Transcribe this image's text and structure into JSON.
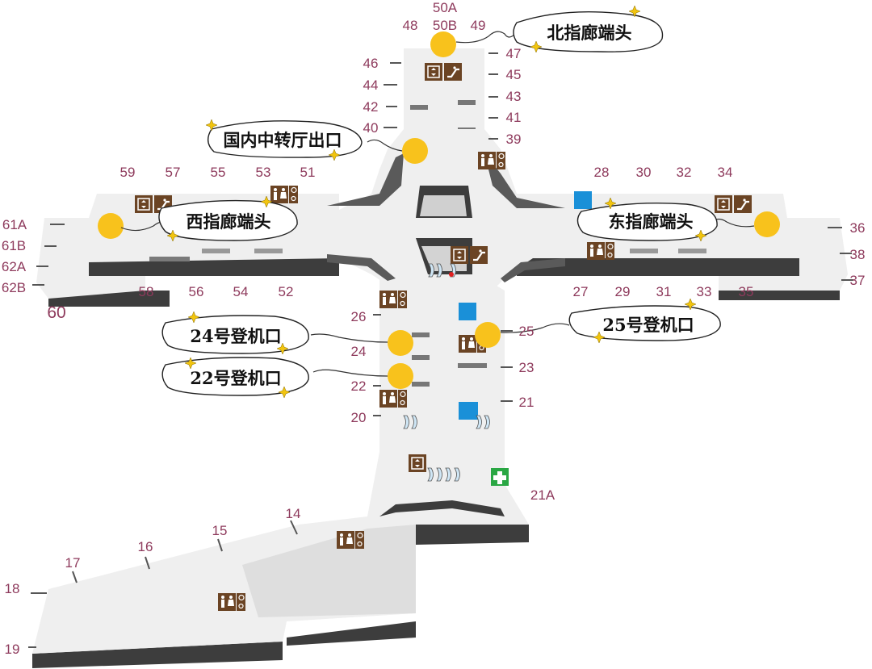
{
  "colors": {
    "floor": "#efefef",
    "floor_shadow": "#c8c8c8",
    "wall": "#3d3d3d",
    "gate_label": "#8e3a5c",
    "marker": "#f8c21c",
    "facility_brown": "#6b4424",
    "facility_blue": "#1a90d8",
    "first_aid": "#2aa744"
  },
  "gates": [
    {
      "id": "48",
      "label": "48"
    },
    {
      "id": "50A",
      "label": "50A"
    },
    {
      "id": "50B",
      "label": "50B"
    },
    {
      "id": "49",
      "label": "49"
    },
    {
      "id": "47",
      "label": "47"
    },
    {
      "id": "46",
      "label": "46"
    },
    {
      "id": "45",
      "label": "45"
    },
    {
      "id": "44",
      "label": "44"
    },
    {
      "id": "43",
      "label": "43"
    },
    {
      "id": "42",
      "label": "42"
    },
    {
      "id": "41",
      "label": "41"
    },
    {
      "id": "40",
      "label": "40"
    },
    {
      "id": "39",
      "label": "39"
    },
    {
      "id": "59",
      "label": "59"
    },
    {
      "id": "57",
      "label": "57"
    },
    {
      "id": "55",
      "label": "55"
    },
    {
      "id": "53",
      "label": "53"
    },
    {
      "id": "51",
      "label": "51"
    },
    {
      "id": "28",
      "label": "28"
    },
    {
      "id": "30",
      "label": "30"
    },
    {
      "id": "32",
      "label": "32"
    },
    {
      "id": "34",
      "label": "34"
    },
    {
      "id": "61A",
      "label": "61A"
    },
    {
      "id": "61B",
      "label": "61B"
    },
    {
      "id": "62A",
      "label": "62A"
    },
    {
      "id": "62B",
      "label": "62B"
    },
    {
      "id": "60",
      "label": "60"
    },
    {
      "id": "58",
      "label": "58"
    },
    {
      "id": "56",
      "label": "56"
    },
    {
      "id": "54",
      "label": "54"
    },
    {
      "id": "52",
      "label": "52"
    },
    {
      "id": "36",
      "label": "36"
    },
    {
      "id": "38",
      "label": "38"
    },
    {
      "id": "37",
      "label": "37"
    },
    {
      "id": "27",
      "label": "27"
    },
    {
      "id": "29",
      "label": "29"
    },
    {
      "id": "31",
      "label": "31"
    },
    {
      "id": "33",
      "label": "33"
    },
    {
      "id": "35",
      "label": "35"
    },
    {
      "id": "26",
      "label": "26"
    },
    {
      "id": "24",
      "label": "24"
    },
    {
      "id": "22",
      "label": "22"
    },
    {
      "id": "20",
      "label": "20"
    },
    {
      "id": "25",
      "label": "25"
    },
    {
      "id": "23",
      "label": "23"
    },
    {
      "id": "21",
      "label": "21"
    },
    {
      "id": "21A",
      "label": "21A"
    },
    {
      "id": "14",
      "label": "14"
    },
    {
      "id": "15",
      "label": "15"
    },
    {
      "id": "16",
      "label": "16"
    },
    {
      "id": "17",
      "label": "17"
    },
    {
      "id": "18",
      "label": "18"
    },
    {
      "id": "19",
      "label": "19"
    }
  ],
  "callouts": [
    {
      "id": "north",
      "text": "北指廊端头"
    },
    {
      "id": "domestic-transfer",
      "text": "国内中转厅出口"
    },
    {
      "id": "west",
      "text": "西指廊端头"
    },
    {
      "id": "east",
      "text": "东指廊端头"
    },
    {
      "id": "gate-25",
      "text": "25号登机口"
    },
    {
      "id": "gate-24",
      "text": "24号登机口"
    },
    {
      "id": "gate-22",
      "text": "22号登机口"
    }
  ],
  "icons": {
    "elevator": "elevator-icon",
    "escalator": "escalator-icon",
    "restroom": "restroom-icon",
    "accessible": "wheelchair-icon",
    "info": "information-icon",
    "first_aid": "first-aid-icon",
    "moving_walkway": "moving-walkway-icon"
  }
}
